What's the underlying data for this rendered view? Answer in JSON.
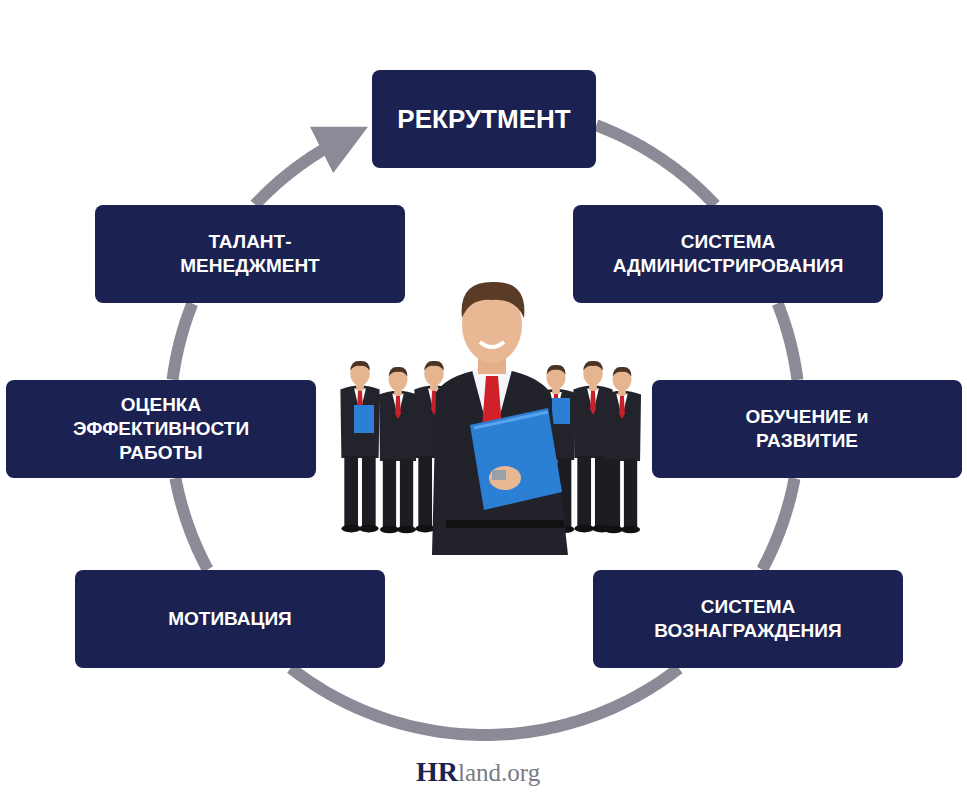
{
  "diagram": {
    "nodes": [
      {
        "text": [
          "РЕКРУТМЕНТ"
        ]
      },
      {
        "text": [
          "СИСТЕМА АДМИНИСТРИРОВАНИЯ"
        ]
      },
      {
        "text": [
          "ОБУЧЕНИЕ и РАЗВИТИЕ"
        ]
      },
      {
        "text": [
          "СИСТЕМА ВОЗНАГРАЖДЕНИЯ"
        ]
      },
      {
        "text": [
          "МОТИВАЦИЯ"
        ]
      },
      {
        "text": [
          "ОЦЕНКА ЭФФЕКТИВНОСТИ РАБОТЫ"
        ]
      },
      {
        "text": [
          "ТАЛАНТ- МЕНЕДЖМЕНТ"
        ]
      }
    ],
    "edges": [
      {
        "from": 0,
        "to": 1,
        "arrow": "none"
      },
      {
        "from": 1,
        "to": 2,
        "arrow": "none"
      },
      {
        "from": 2,
        "to": 3,
        "arrow": "none"
      },
      {
        "from": 3,
        "to": 4,
        "arrow": "none"
      },
      {
        "from": 4,
        "to": 5,
        "arrow": "none"
      },
      {
        "from": 5,
        "to": 6,
        "arrow": "none"
      },
      {
        "from": 6,
        "to": 0,
        "arrow": "to"
      }
    ],
    "labels": [
      "HR",
      "land.org"
    ]
  }
}
